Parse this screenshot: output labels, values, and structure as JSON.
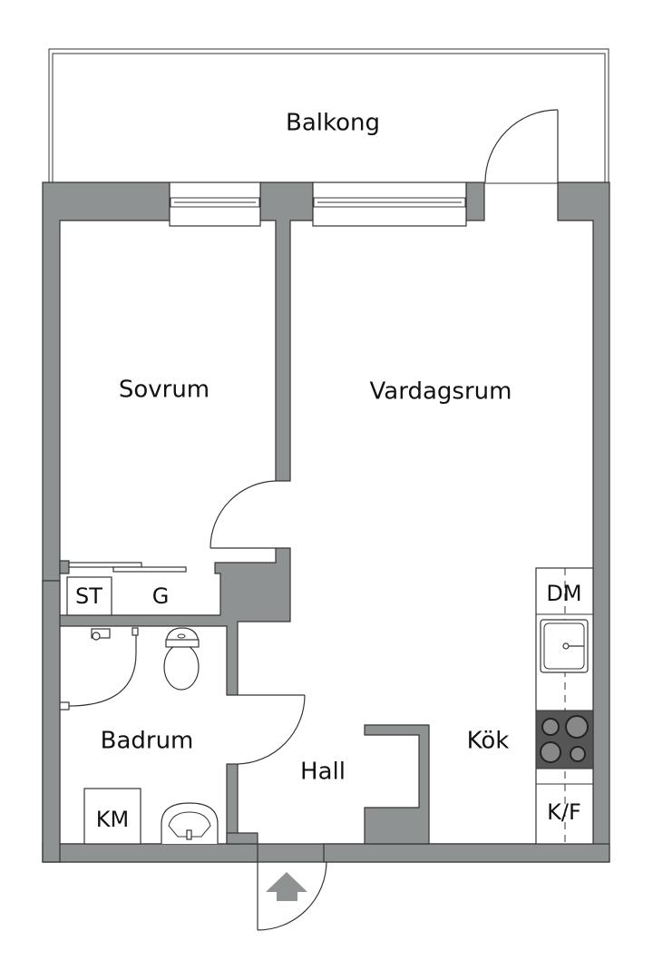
{
  "rooms": {
    "balcony": "Balkong",
    "bedroom": "Sovrum",
    "living_room": "Vardagsrum",
    "bathroom": "Badrum",
    "hall": "Hall",
    "kitchen": "Kök"
  },
  "fixtures": {
    "storage": "ST",
    "wardrobe": "G",
    "washing_machine": "KM",
    "dishwasher": "DM",
    "fridge_freezer": "K/F"
  },
  "icons": {
    "entrance": "entrance-arrow-icon",
    "stove": "stove-icon",
    "sink": "sink-icon",
    "toilet": "toilet-icon",
    "washbasin": "washbasin-icon",
    "shower": "shower-icon"
  },
  "colors": {
    "wall": "#8f9292",
    "stove": "#555555",
    "background": "#ffffff"
  }
}
